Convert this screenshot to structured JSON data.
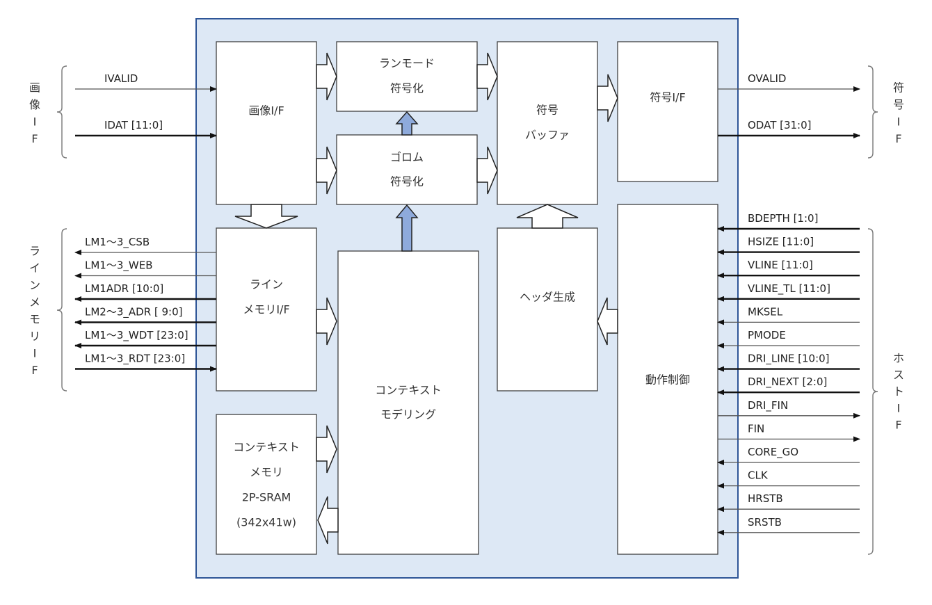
{
  "colors": {
    "core_fill": "#dde8f5",
    "core_border": "#2e5597",
    "block_fill": "#ffffff",
    "block_border": "#404040",
    "internal_arrow_blue": "#8eaadb"
  },
  "blocks": {
    "image_if": [
      "画像I/F"
    ],
    "runmode": [
      "ランモード",
      "符号化"
    ],
    "golomb": [
      "ゴロム",
      "符号化"
    ],
    "code_buffer": [
      "符号",
      "バッファ"
    ],
    "code_if": [
      "符号I/F"
    ],
    "line_mem_if": [
      "ライン",
      "メモリI/F"
    ],
    "context_modeling": [
      "コンテキスト",
      "モデリング"
    ],
    "header_gen": [
      "ヘッダ生成"
    ],
    "operation_ctrl": [
      "動作制御"
    ],
    "context_mem": [
      "コンテキスト",
      "メモリ",
      "2P-SRAM",
      "(342x41w)"
    ]
  },
  "groups": {
    "image_if": [
      "画",
      "像",
      "I",
      "F"
    ],
    "line_mem_if": [
      "ラ",
      "イ",
      "ン",
      "メ",
      "モ",
      "リ",
      "I",
      "F"
    ],
    "code_if": [
      "符",
      "号",
      "I",
      "F"
    ],
    "host_if": [
      "ホ",
      "ス",
      "ト",
      "I",
      "F"
    ]
  },
  "signals": {
    "image_in": [
      {
        "name": "IVALID",
        "dir": "in",
        "bus": false
      },
      {
        "name": "IDAT [11:0]",
        "dir": "in",
        "bus": true
      }
    ],
    "line_mem": [
      {
        "name": "LM1～3_CSB",
        "dir": "out",
        "bus": false
      },
      {
        "name": "LM1～3_WEB",
        "dir": "out",
        "bus": false
      },
      {
        "name": "LM1ADR [10:0]",
        "dir": "out",
        "bus": true
      },
      {
        "name": "LM2～3_ADR [ 9:0]",
        "dir": "out",
        "bus": true
      },
      {
        "name": "LM1～3_WDT [23:0]",
        "dir": "out",
        "bus": true
      },
      {
        "name": "LM1～3_RDT [23:0]",
        "dir": "in",
        "bus": true
      }
    ],
    "code_out": [
      {
        "name": "OVALID",
        "dir": "out",
        "bus": false
      },
      {
        "name": "ODAT [31:0]",
        "dir": "out",
        "bus": true
      }
    ],
    "host": [
      {
        "name": "BDEPTH [1:0]",
        "dir": "in",
        "bus": true
      },
      {
        "name": "HSIZE [11:0]",
        "dir": "in",
        "bus": true
      },
      {
        "name": "VLINE [11:0]",
        "dir": "in",
        "bus": true
      },
      {
        "name": "VLINE_TL [11:0]",
        "dir": "in",
        "bus": true
      },
      {
        "name": "MKSEL",
        "dir": "in",
        "bus": false
      },
      {
        "name": "PMODE",
        "dir": "in",
        "bus": false
      },
      {
        "name": "DRI_LINE [10:0]",
        "dir": "in",
        "bus": true
      },
      {
        "name": "DRI_NEXT [2:0]",
        "dir": "in",
        "bus": true
      },
      {
        "name": "DRI_FIN",
        "dir": "out",
        "bus": false
      },
      {
        "name": "FIN",
        "dir": "out",
        "bus": false
      },
      {
        "name": "CORE_GO",
        "dir": "in",
        "bus": false
      },
      {
        "name": "CLK",
        "dir": "in",
        "bus": false
      },
      {
        "name": "HRSTB",
        "dir": "in",
        "bus": false
      },
      {
        "name": "SRSTB",
        "dir": "in",
        "bus": false
      }
    ]
  }
}
